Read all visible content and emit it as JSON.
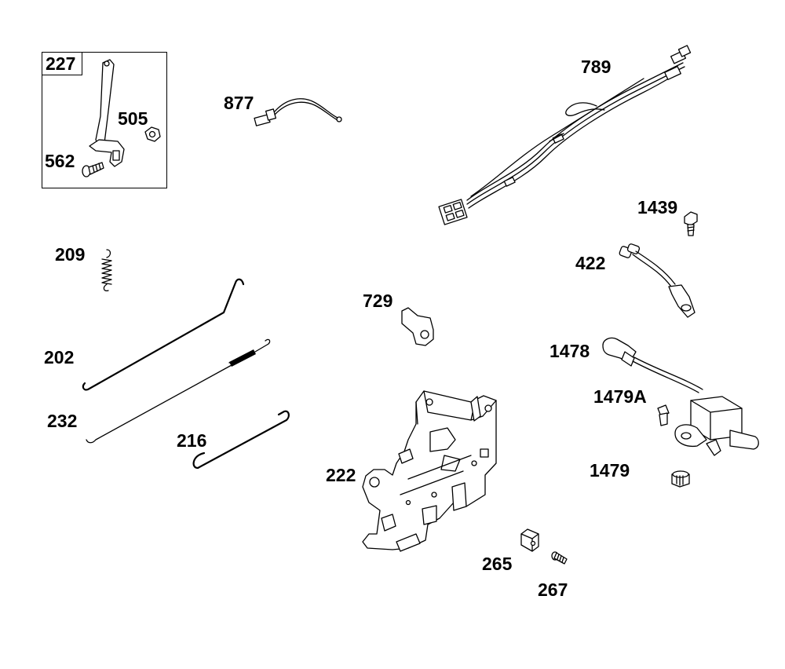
{
  "parts": [
    {
      "id": "p227",
      "label": "227"
    },
    {
      "id": "p505",
      "label": "505"
    },
    {
      "id": "p562",
      "label": "562"
    },
    {
      "id": "p877",
      "label": "877"
    },
    {
      "id": "p789",
      "label": "789"
    },
    {
      "id": "p1439",
      "label": "1439"
    },
    {
      "id": "p422",
      "label": "422"
    },
    {
      "id": "p209",
      "label": "209"
    },
    {
      "id": "p729",
      "label": "729"
    },
    {
      "id": "p202",
      "label": "202"
    },
    {
      "id": "p1478",
      "label": "1478"
    },
    {
      "id": "p1479A",
      "label": "1479A"
    },
    {
      "id": "p232",
      "label": "232"
    },
    {
      "id": "p216",
      "label": "216"
    },
    {
      "id": "p222",
      "label": "222"
    },
    {
      "id": "p1479",
      "label": "1479"
    },
    {
      "id": "p265",
      "label": "265"
    },
    {
      "id": "p267",
      "label": "267"
    }
  ]
}
